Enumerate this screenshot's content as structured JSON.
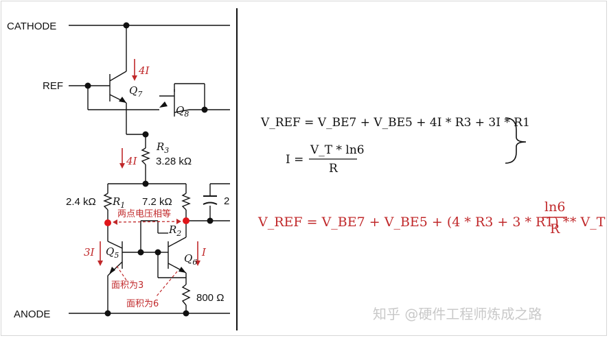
{
  "labels": {
    "cathode": "CATHODE",
    "ref": "REF",
    "anode": "ANODE",
    "q7": "Q",
    "q7_sub": "7",
    "q8": "Q",
    "q8_sub": "8",
    "q5": "Q",
    "q5_sub": "5",
    "q6": "Q",
    "q6_sub": "6",
    "r3": "R",
    "r3_sub": "3",
    "r3_value": "3.28 kΩ",
    "r1": "R",
    "r1_sub": "1",
    "r1_value": "2.4 kΩ",
    "r2": "R",
    "r2_sub": "2",
    "r2_value": "7.2 kΩ",
    "r_bottom_value": "800 Ω",
    "cap_value": "2"
  },
  "annotations": {
    "current_q7": "4",
    "current_r3": "4",
    "current_q5": "3",
    "current_q6": "",
    "current_symbol": "I",
    "equal_voltage_note": "两点电压相等",
    "area_q5": "面积为3",
    "area_q6": "面积为6"
  },
  "equations": {
    "vref_line": "V_REF = V_BE7 + V_BE5 + 4I * R3 + 3I * R1",
    "i_line_lhs": "I =",
    "i_numerator": "V_T * ln6",
    "i_denominator": "R",
    "result_lhs": "V_REF = V_BE7 + V_BE5 + (4 * R3 + 3 * R1) *",
    "result_numerator": "ln6",
    "result_denominator": "R",
    "result_tail": "* V_T"
  },
  "watermark": "知乎 @硬件工程师炼成之路",
  "colors": {
    "accent_red": "#c0282a",
    "wire": "#111111"
  }
}
